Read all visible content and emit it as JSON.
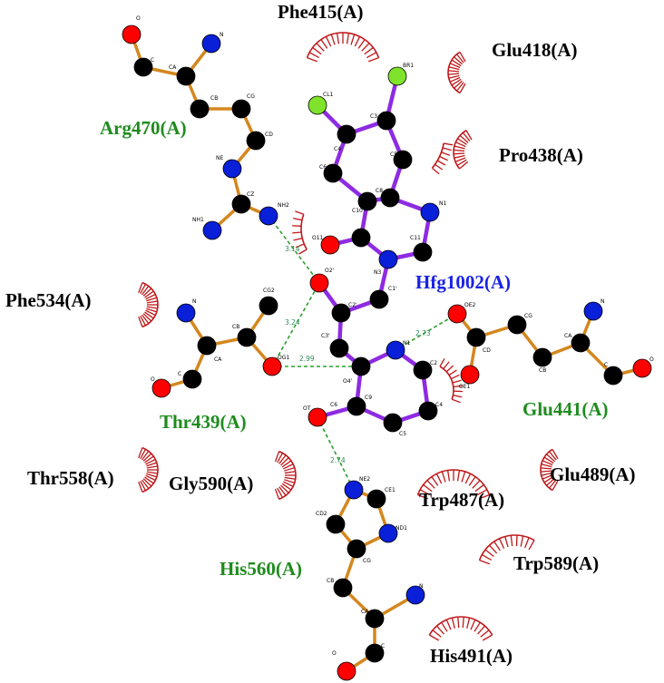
{
  "colors": {
    "ligand_label": "#1a22e6",
    "hbond_residue_label": "#1e8c1e",
    "hydrophobic_label": "#000000",
    "hbond_line": "#2ca02c",
    "residue_bond": "#d4871e",
    "ligand_bond": "#8e2be2",
    "hydrophobic_arc": "#c0181a",
    "carbon": "#000000",
    "oxygen": "#ff0000",
    "nitrogen": "#0a1fd8",
    "chlorine": "#7fe32b",
    "bromine": "#7fe32b"
  },
  "ligand": {
    "label": "Hfg1002(A)"
  },
  "hbond_residues": [
    {
      "label": "Arg470(A)"
    },
    {
      "label": "Thr439(A)"
    },
    {
      "label": "Glu441(A)"
    },
    {
      "label": "His560(A)"
    }
  ],
  "hydrophobic_residues": [
    {
      "label": "Phe415(A)"
    },
    {
      "label": "Glu418(A)"
    },
    {
      "label": "Pro438(A)"
    },
    {
      "label": "Phe534(A)"
    },
    {
      "label": "Thr558(A)"
    },
    {
      "label": "Gly590(A)"
    },
    {
      "label": "Trp487(A)"
    },
    {
      "label": "Glu489(A)"
    },
    {
      "label": "Trp589(A)"
    },
    {
      "label": "His491(A)"
    }
  ],
  "hbond_distances": [
    "3.14",
    "3.24",
    "2.99",
    "2.73",
    "2.74"
  ],
  "atom_labels": {
    "arg": [
      "O",
      "C",
      "CA",
      "N",
      "CB",
      "CG",
      "CD",
      "NE",
      "CZ",
      "NH1",
      "NH2"
    ],
    "lig": [
      "BR1",
      "CL1",
      "C3",
      "C4",
      "C5",
      "C6",
      "C8",
      "C10",
      "N1",
      "C11",
      "O11",
      "N3",
      "O2'",
      "C1'",
      "C2'",
      "C3'",
      "O4'",
      "N1",
      "C2",
      "C4",
      "C5",
      "C6",
      "C9",
      "OT"
    ],
    "thr": [
      "N",
      "CB",
      "CG2",
      "CA",
      "C",
      "O",
      "OG1"
    ],
    "glu": [
      "OE2",
      "N",
      "CD",
      "CG",
      "CA",
      "CB",
      "OE1",
      "C",
      "O"
    ],
    "his": [
      "NE2",
      "CE1",
      "CD2",
      "ND1",
      "CG",
      "CB",
      "CA",
      "N",
      "C",
      "O"
    ]
  }
}
